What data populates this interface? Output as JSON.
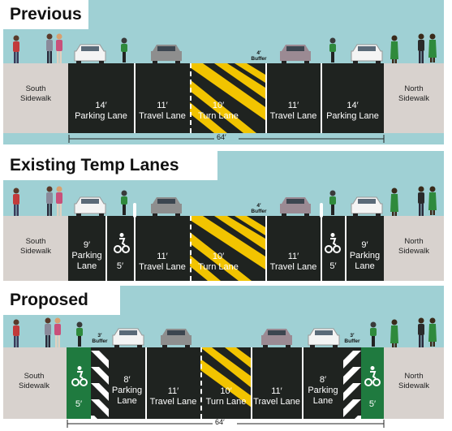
{
  "panels": {
    "previous": {
      "title": "Previous",
      "south_sidewalk": "South\nSidewalk",
      "north_sidewalk": "North\nSidewalk",
      "lanes": [
        {
          "width": "14′",
          "name": "Parking Lane"
        },
        {
          "width": "11′",
          "name": "Travel Lane"
        },
        {
          "width": "10′",
          "name": "Turn Lane"
        },
        {
          "width": "11′",
          "name": "Travel Lane"
        },
        {
          "width": "14′",
          "name": "Parking Lane"
        }
      ],
      "buffer": "4′\nBuffer",
      "total_width": "64′"
    },
    "existing": {
      "title": "Existing Temp Lanes",
      "south_sidewalk": "South\nSidewalk",
      "north_sidewalk": "North\nSidewalk",
      "lanes": [
        {
          "width": "9′",
          "name": "Parking\nLane"
        },
        {
          "width": "5′",
          "name": ""
        },
        {
          "width": "11′",
          "name": "Travel Lane"
        },
        {
          "width": "10′",
          "name": "Turn Lane"
        },
        {
          "width": "11′",
          "name": "Travel Lane"
        },
        {
          "width": "5′",
          "name": ""
        },
        {
          "width": "9′",
          "name": "Parking\nLane"
        }
      ],
      "buffer": "4′\nBuffer"
    },
    "proposed": {
      "title": "Proposed",
      "south_sidewalk": "South\nSidewalk",
      "north_sidewalk": "North\nSidewalk",
      "lanes": [
        {
          "width": "5′",
          "name": ""
        },
        {
          "width": "8′",
          "name": "Parking\nLane"
        },
        {
          "width": "11′",
          "name": "Travel Lane"
        },
        {
          "width": "10′",
          "name": "Turn Lane"
        },
        {
          "width": "11′",
          "name": "Travel Lane"
        },
        {
          "width": "8′",
          "name": "Parking\nLane"
        },
        {
          "width": "5′",
          "name": ""
        }
      ],
      "buffer_left": "3′\nBuffer",
      "buffer_right": "3′\nBuffer",
      "total_width": "64′"
    }
  },
  "colors": {
    "sky": "#9fd0d4",
    "sidewalk": "#d8d2ce",
    "road": "#1f2320",
    "bike_lane": "#1f7a3f",
    "hatch": "#f2c400",
    "white_car": "#f4f4f4",
    "gray_car": "#8e8e8e",
    "purple_car": "#9b8a93"
  },
  "icons": [
    "bicycle-symbol-icon",
    "car-icon",
    "cyclist-icon",
    "pedestrian-icon"
  ]
}
